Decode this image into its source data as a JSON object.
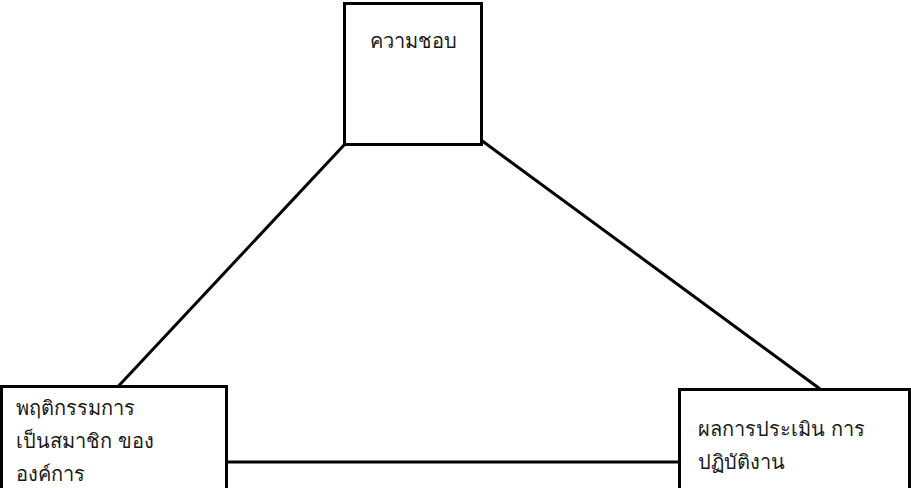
{
  "diagram": {
    "nodes": [
      {
        "text": [
          "ความชอบ"
        ]
      },
      {
        "text": [
          "พฤติกรรมการ เป็นสมาชิก ขององค์การ"
        ]
      },
      {
        "text": [
          "ผลการประเมิน การปฏิบัติงาน"
        ]
      }
    ],
    "edges": [
      {
        "from": 0,
        "to": 1,
        "arrow": "none"
      },
      {
        "from": 0,
        "to": 2,
        "arrow": "none"
      },
      {
        "from": 1,
        "to": 2,
        "arrow": "none"
      }
    ]
  }
}
